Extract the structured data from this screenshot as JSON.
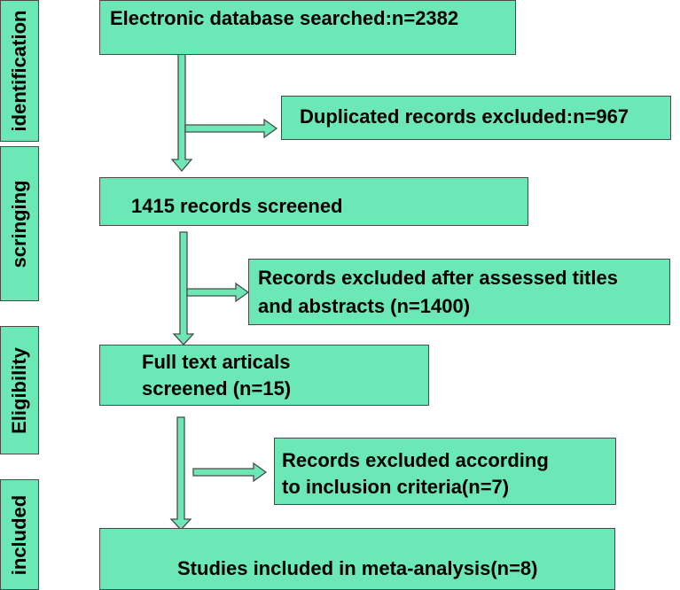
{
  "stages": {
    "identification": "identification",
    "screening": "scringing",
    "eligibility": "Eligibility",
    "included": "included"
  },
  "boxes": {
    "searched": "Electronic database searched:n=2382",
    "duplicates": "Duplicated records excluded:n=967",
    "screened": "1415 records screened",
    "excluded_titles_line1": "Records excluded after assessed titles",
    "excluded_titles_line2": "and abstracts (n=1400)",
    "fulltext_line1": "Full text articals",
    "fulltext_line2": "screened (n=15)",
    "excluded_criteria_line1": "Records excluded according",
    "excluded_criteria_line2": "to inclusion criteria(n=7)",
    "included_studies": "Studies included in meta-analysis(n=8)"
  },
  "colors": {
    "fill": "#6ce8b7",
    "border": "#4a4a4a"
  }
}
